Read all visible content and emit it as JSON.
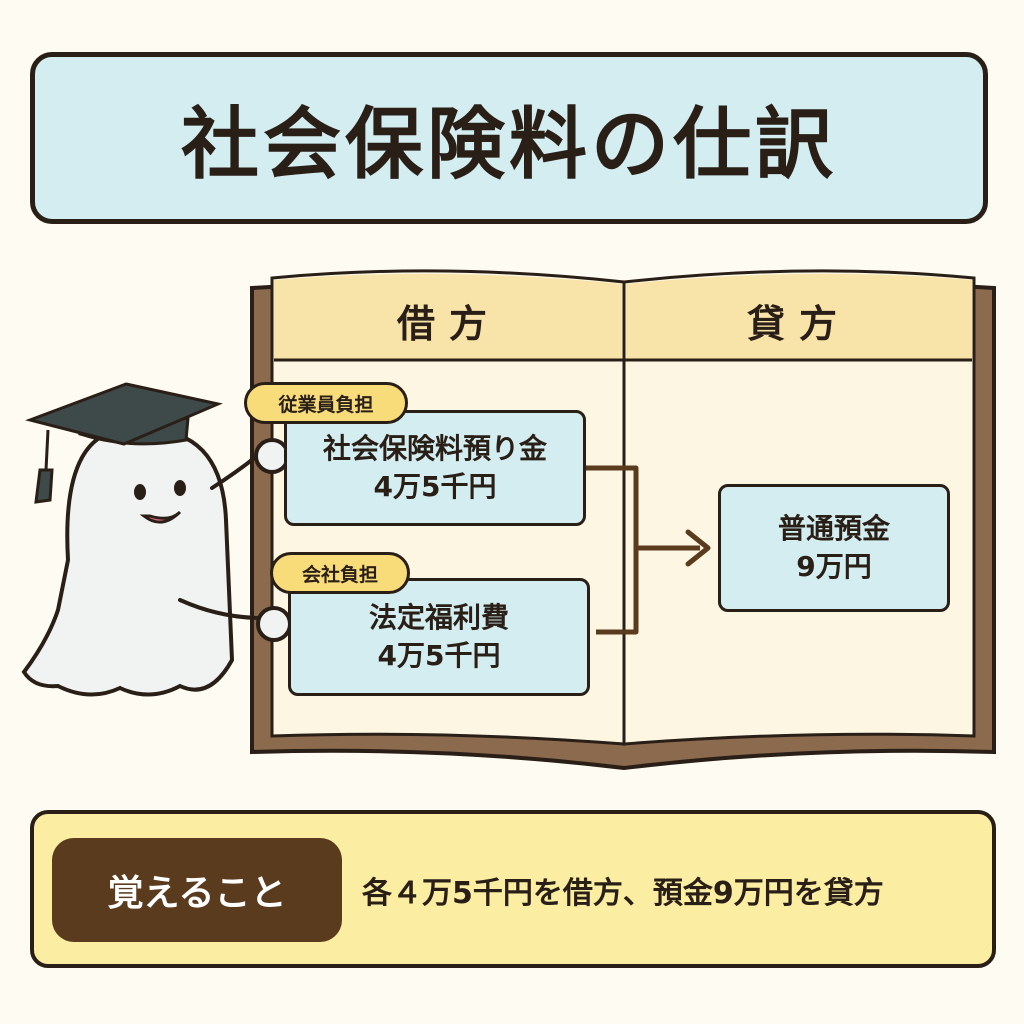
{
  "title": "社会保険料の仕訳",
  "ledger": {
    "debit_header": "借方",
    "credit_header": "貸方",
    "debit_entries": [
      {
        "tag": "従業員負担",
        "account": "社会保険料預り金",
        "amount": "4万5千円"
      },
      {
        "tag": "会社負担",
        "account": "法定福利費",
        "amount": "4万5千円"
      }
    ],
    "credit_entry": {
      "account": "普通預金",
      "amount": "9万円"
    }
  },
  "memo": {
    "label": "覚えること",
    "text": "各４万5千円を借方、預金9万円を貸方"
  },
  "colors": {
    "title_bg": "#d3edf0",
    "header_bg": "#f8e3a8",
    "page_bg": "#fdf6e3",
    "book_cover": "#8b6a4e",
    "tag_bg": "#f8dc7a",
    "memo_bg": "#fbeea3",
    "memo_label_bg": "#5a3b1e",
    "outline": "#2a1f17"
  },
  "icons": [
    "graduation-cap-icon",
    "ghost-mascot",
    "arrow-right-icon"
  ]
}
